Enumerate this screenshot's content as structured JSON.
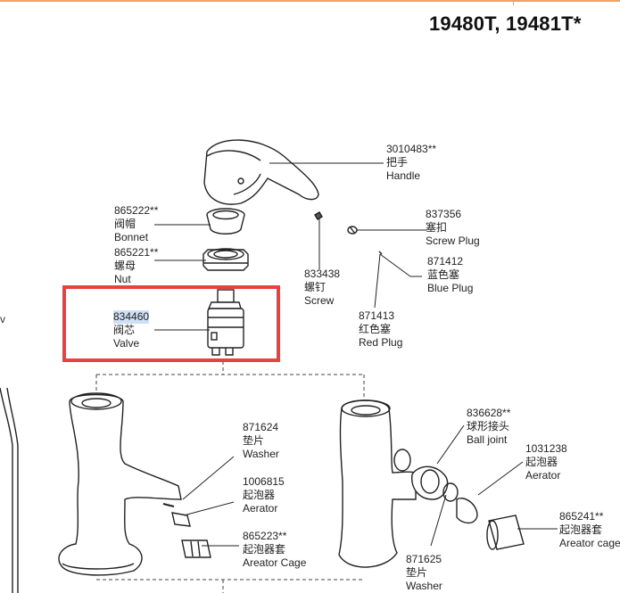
{
  "title": "19480T, 19481T*",
  "parts": {
    "handle": {
      "code": "3010483**",
      "zh": "把手",
      "en": "Handle"
    },
    "bonnet": {
      "code": "865222**",
      "zh": "阀帽",
      "en": "Bonnet"
    },
    "nut": {
      "code": "865221**",
      "zh": "螺母",
      "en": "Nut"
    },
    "valve": {
      "code": "834460",
      "zh": "阀芯",
      "en": "Valve"
    },
    "screw": {
      "code": "833438",
      "zh": "螺钉",
      "en": "Screw"
    },
    "screw_plug": {
      "code": "837356",
      "zh": "塞扣",
      "en": "Screw Plug"
    },
    "blue_plug": {
      "code": "871412",
      "zh": "蓝色塞",
      "en": "Blue Plug"
    },
    "red_plug": {
      "code": "871413",
      "zh": "红色塞",
      "en": "Red Plug"
    },
    "washer_a": {
      "code": "871624",
      "zh": "垫片",
      "en": "Washer"
    },
    "aerator_a": {
      "code": "1006815",
      "zh": "起泡器",
      "en": "Aerator"
    },
    "cage_a": {
      "code": "865223**",
      "zh": "起泡器套",
      "en": "Areator Cage"
    },
    "ball_joint": {
      "code": "836628**",
      "zh": "球形接头",
      "en": "Ball joint"
    },
    "aerator_b": {
      "code": "1031238",
      "zh": "起泡器",
      "en": "Aerator"
    },
    "cage_b": {
      "code": "865241**",
      "zh": "起泡器套",
      "en": "Areator cage"
    },
    "washer_b": {
      "code": "871625",
      "zh": "垫片",
      "en": "Washer"
    }
  },
  "colors": {
    "highlight": "#e8413f",
    "selection": "#cfe0f5"
  },
  "left_mark": "v"
}
